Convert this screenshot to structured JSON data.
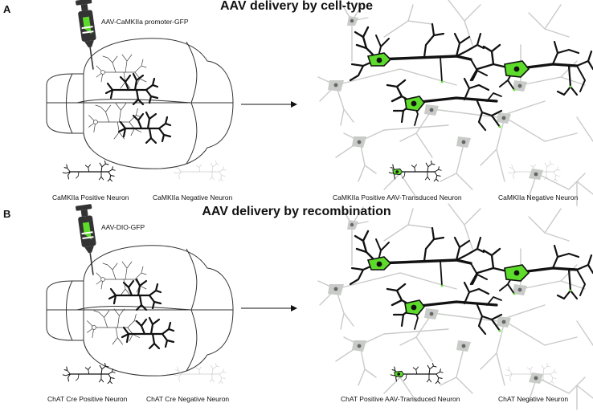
{
  "panel_a": {
    "letter": "A",
    "title": "AAV delivery by cell-type",
    "vector_label": "AAV-CaMKIIa promoter-GFP",
    "legend_left": [
      "CaMKIIa Positive Neuron",
      "CaMKIIa Negative Neuron"
    ],
    "legend_right": [
      "CaMKIIa Positive AAV-Transduced Neuron",
      "CaMKIIa Negative Neuron"
    ]
  },
  "panel_b": {
    "letter": "B",
    "title": "AAV delivery by recombination",
    "vector_label": "AAV-DIO-GFP",
    "legend_left": [
      "ChAT Cre Positive Neuron",
      "ChAT Cre Negative Neuron"
    ],
    "legend_right": [
      "ChAT Positive AAV-Transduced Neuron",
      "ChAT Negative Neuron"
    ]
  },
  "colors": {
    "gfp_green": "#5ddb2a",
    "positive_neuron": "#111111",
    "negative_neuron": "#c8cbc8",
    "outline": "#333333"
  }
}
